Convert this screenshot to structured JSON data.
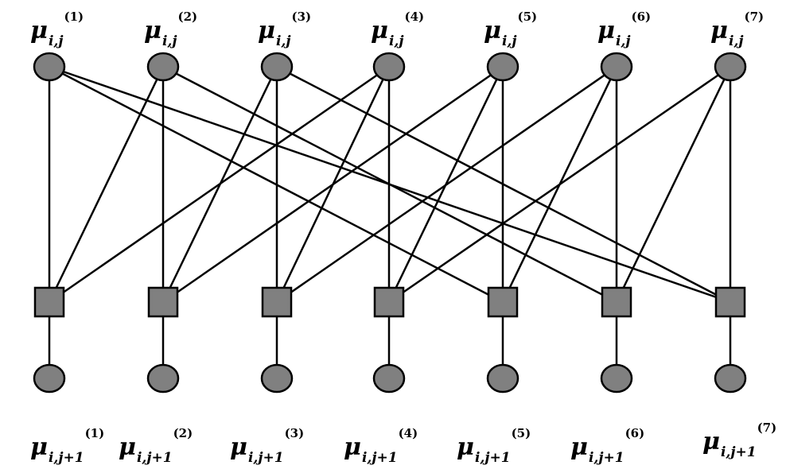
{
  "top_nodes": [
    {
      "symbol": "μ",
      "subscript": "i,j",
      "superscript": "(1)"
    },
    {
      "symbol": "μ",
      "subscript": "i,j",
      "superscript": "(2)"
    },
    {
      "symbol": "μ",
      "subscript": "i,j",
      "superscript": "(3)"
    },
    {
      "symbol": "μ",
      "subscript": "i,j",
      "superscript": "(4)"
    },
    {
      "symbol": "μ",
      "subscript": "i,j",
      "superscript": "(5)"
    },
    {
      "symbol": "μ",
      "subscript": "i,j",
      "superscript": "(6)"
    },
    {
      "symbol": "μ",
      "subscript": "i,j",
      "superscript": "(7)"
    }
  ],
  "bottom_nodes": [
    {
      "symbol": "μ",
      "subscript": "i,j+1",
      "superscript": "(1)"
    },
    {
      "symbol": "μ",
      "subscript": "i,j+1",
      "superscript": "(2)"
    },
    {
      "symbol": "μ",
      "subscript": "i,j+1",
      "superscript": "(3)"
    },
    {
      "symbol": "μ",
      "subscript": "i,j+1",
      "superscript": "(4)"
    },
    {
      "symbol": "μ",
      "subscript": "i,j+1",
      "superscript": "(5)"
    },
    {
      "symbol": "μ",
      "subscript": "i,j+1",
      "superscript": "(6)"
    },
    {
      "symbol": "μ",
      "subscript": "i,j+1",
      "superscript": "(7)"
    }
  ],
  "edges_top_to_factor": [
    [
      1,
      1
    ],
    [
      1,
      5
    ],
    [
      1,
      7
    ],
    [
      2,
      1
    ],
    [
      2,
      2
    ],
    [
      2,
      6
    ],
    [
      3,
      2
    ],
    [
      3,
      3
    ],
    [
      3,
      7
    ],
    [
      4,
      1
    ],
    [
      4,
      3
    ],
    [
      4,
      4
    ],
    [
      5,
      2
    ],
    [
      5,
      4
    ],
    [
      5,
      5
    ],
    [
      6,
      3
    ],
    [
      6,
      5
    ],
    [
      6,
      6
    ],
    [
      7,
      4
    ],
    [
      7,
      6
    ],
    [
      7,
      7
    ]
  ],
  "colors": {
    "node_fill": "#808080",
    "stroke": "#000000"
  }
}
